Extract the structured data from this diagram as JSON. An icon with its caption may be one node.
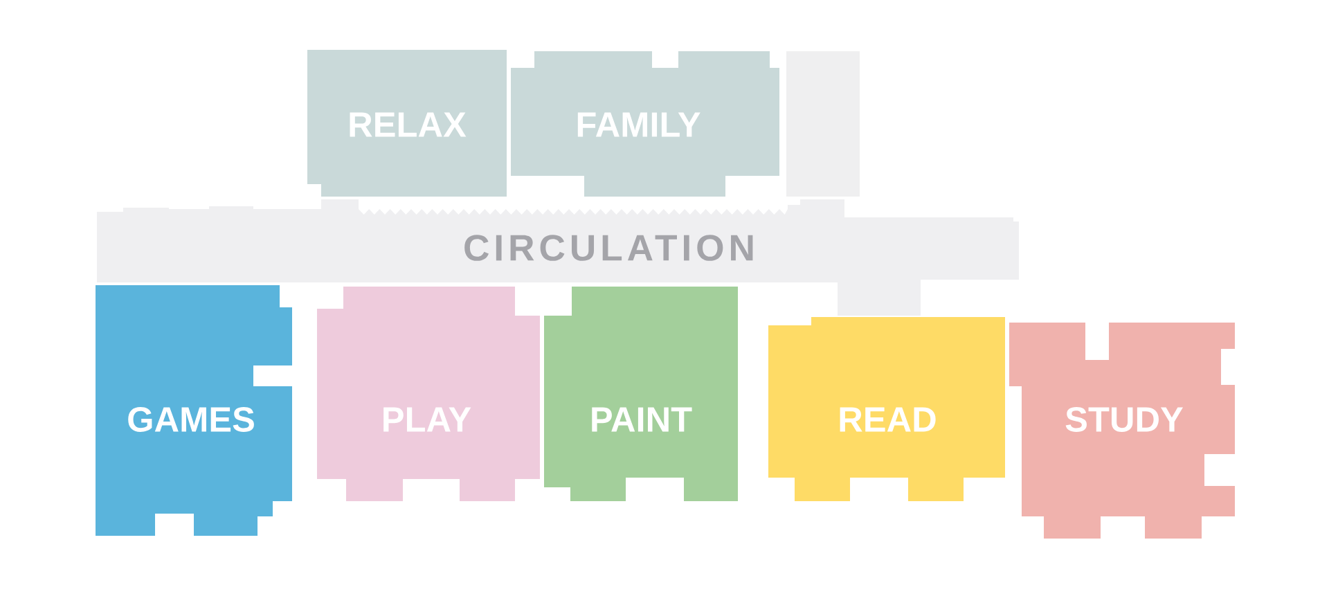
{
  "diagram": {
    "nodes": [
      {
        "text": [
          "RELAX"
        ]
      },
      {
        "text": [
          "FAMILY"
        ]
      },
      {
        "text": [],
        "shape": "box"
      },
      {
        "text": [
          "CIRCULATION"
        ]
      },
      {
        "text": [
          "GAMES"
        ]
      },
      {
        "text": [
          "PLAY"
        ]
      },
      {
        "text": [
          "PAINT"
        ]
      },
      {
        "text": [
          "READ"
        ]
      },
      {
        "text": [
          "STUDY"
        ]
      }
    ]
  }
}
